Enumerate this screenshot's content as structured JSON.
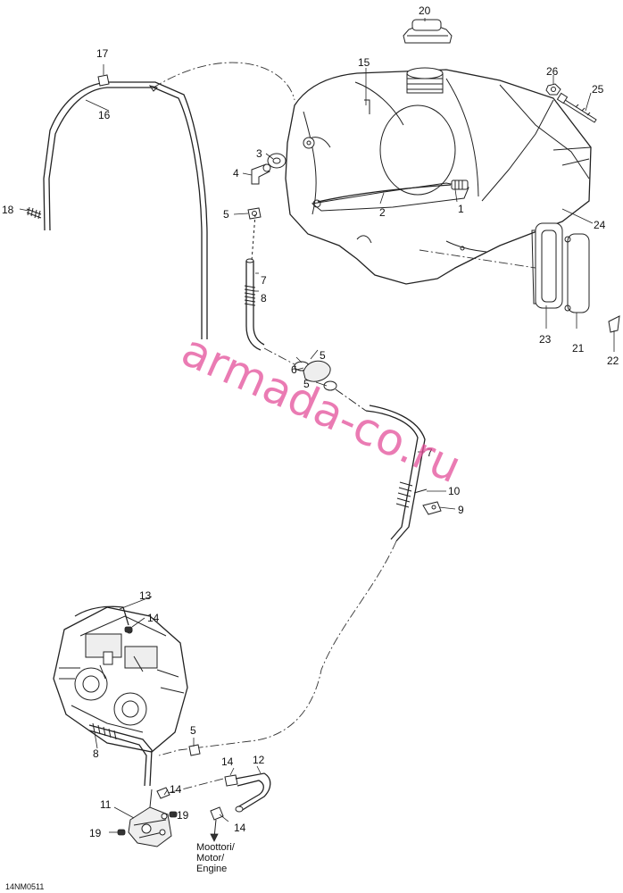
{
  "diagram": {
    "code": "14NM0511",
    "watermark": "armada-co.ru",
    "engine_note": [
      "Moottori/",
      "Motor/",
      "Engine"
    ],
    "callouts": [
      "1",
      "2",
      "3",
      "4",
      "5",
      "6",
      "7",
      "8",
      "9",
      "10",
      "11",
      "12",
      "13",
      "14",
      "15",
      "16",
      "17",
      "18",
      "19",
      "20",
      "21",
      "22",
      "23",
      "24",
      "25",
      "26"
    ]
  }
}
